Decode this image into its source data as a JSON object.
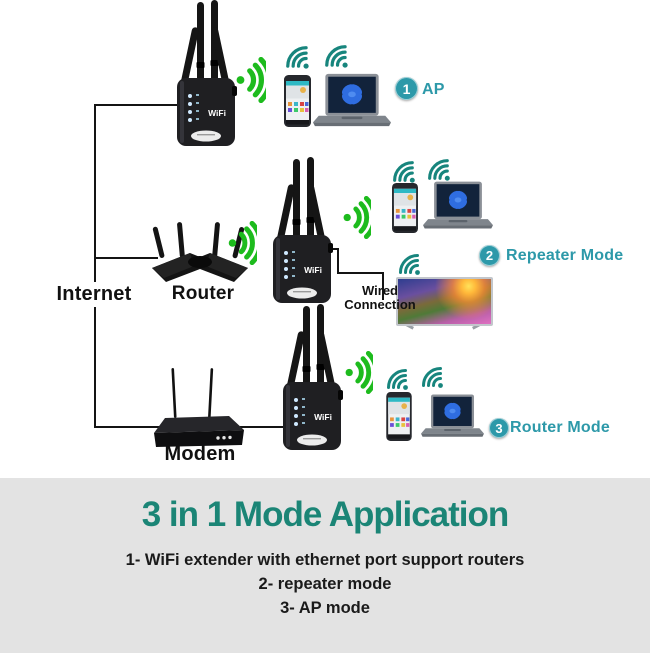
{
  "colors": {
    "accent_teal": "#2d99a9",
    "wifi_signal_green": "#1dbb1d",
    "wifi_icon_teal": "#17857d",
    "title_teal": "#1b8576",
    "footer_panel_gray": "#e3e3e3",
    "line_black": "#141414"
  },
  "diagram": {
    "internet_label": "Internet",
    "router_label": "Router",
    "modem_label": "Modem",
    "repeater_logo": "WiFi",
    "wired_label_line1": "Wired",
    "wired_label_line2": "Connection",
    "modes": [
      {
        "number": "1",
        "label": "AP"
      },
      {
        "number": "2",
        "label": "Repeater Mode"
      },
      {
        "number": "3",
        "label": "Router Mode"
      }
    ]
  },
  "footer": {
    "title": "3 in 1 Mode Application",
    "lines": [
      "1- WiFi extender with ethernet port support routers",
      "2- repeater mode",
      "3- AP mode"
    ]
  }
}
